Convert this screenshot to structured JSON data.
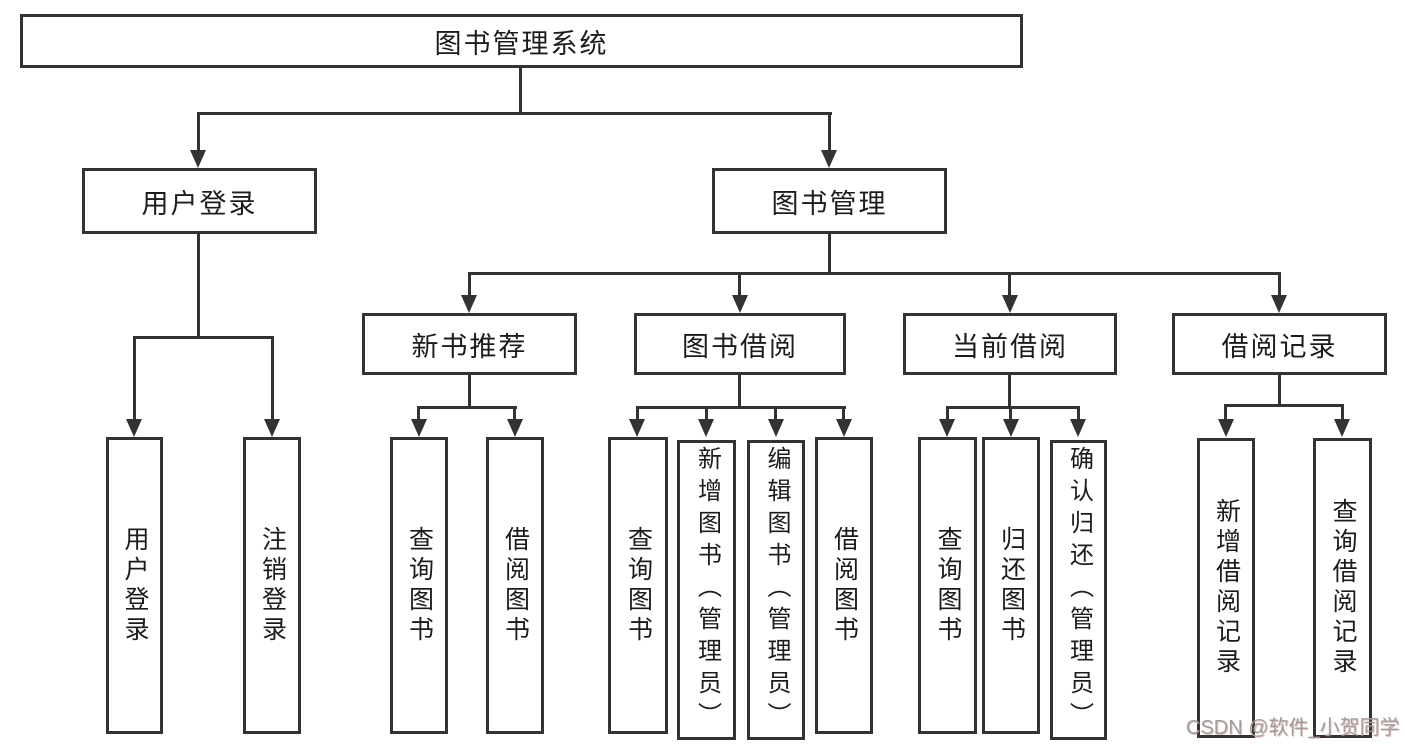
{
  "tree": {
    "root": {
      "label": "图书管理系统"
    },
    "branches": [
      {
        "label": "用户登录",
        "children": [
          {
            "label": "用户登录"
          },
          {
            "label": "注销登录"
          }
        ]
      },
      {
        "label": "图书管理",
        "children": [
          {
            "label": "新书推荐",
            "children": [
              {
                "label": "查询图书"
              },
              {
                "label": "借阅图书"
              }
            ]
          },
          {
            "label": "图书借阅",
            "children": [
              {
                "label": "查询图书"
              },
              {
                "label": "新增图书（管理员）"
              },
              {
                "label": "编辑图书（管理员）"
              },
              {
                "label": "借阅图书"
              }
            ]
          },
          {
            "label": "当前借阅",
            "children": [
              {
                "label": "查询图书"
              },
              {
                "label": "归还图书"
              },
              {
                "label": "确认归还（管理员）"
              }
            ]
          },
          {
            "label": "借阅记录",
            "children": [
              {
                "label": "新增借阅记录"
              },
              {
                "label": "查询借阅记录"
              }
            ]
          }
        ]
      }
    ]
  },
  "watermark": {
    "text": "CSDN @软件_小贺同学"
  },
  "colors": {
    "line": "#333333",
    "text": "#1c1c1c",
    "bg": "#ffffff",
    "watermark": "#9e9e9e"
  }
}
